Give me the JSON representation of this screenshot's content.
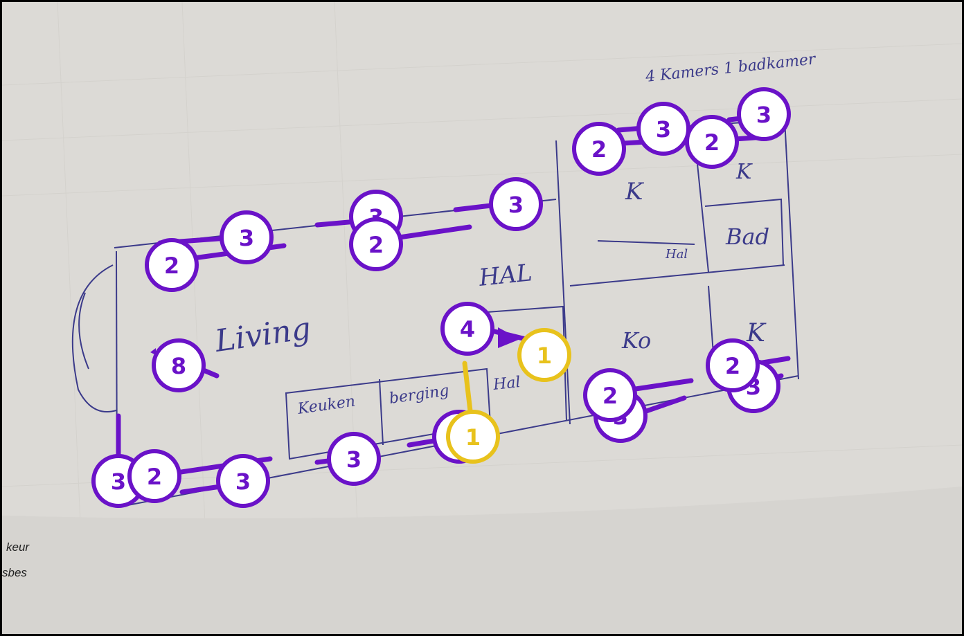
{
  "photo": {
    "description_colors": {
      "paper": "#dcdad6",
      "paper_shadow": "#cfcdc8",
      "pen_ink": "#3b3a8a",
      "marker_purple": "#6a12c8",
      "marker_yellow": "#e8c21c",
      "frame": "#000000"
    },
    "sketch_labels": {
      "living": "Living",
      "hal": "HAL",
      "keuken": "Keuken",
      "berging": "berging",
      "hal_small": "Hal",
      "kamer_1": "K",
      "kamer_2": "K",
      "kamer_3": "K",
      "bad": "Bad",
      "hal_room": "Hal",
      "ko": "Ko",
      "header": "4 Kamers   1 badkamer"
    },
    "document_fragments": [
      "keur",
      "sbes"
    ]
  },
  "markers": [
    {
      "id": "m-3-a",
      "label": "3",
      "color": "purple"
    },
    {
      "id": "m-2-a",
      "label": "2",
      "color": "purple"
    },
    {
      "id": "m-3-b",
      "label": "3",
      "color": "purple"
    },
    {
      "id": "m-2-b",
      "label": "2",
      "color": "purple"
    },
    {
      "id": "m-3-c",
      "label": "3",
      "color": "purple"
    },
    {
      "id": "m-2-c",
      "label": "2",
      "color": "purple"
    },
    {
      "id": "m-3-d",
      "label": "3",
      "color": "purple"
    },
    {
      "id": "m-2-d",
      "label": "2",
      "color": "purple"
    },
    {
      "id": "m-3-e",
      "label": "3",
      "color": "purple"
    },
    {
      "id": "m-4",
      "label": "4",
      "color": "purple"
    },
    {
      "id": "m-1-a",
      "label": "1",
      "color": "yellow"
    },
    {
      "id": "m-8",
      "label": "8",
      "color": "purple"
    },
    {
      "id": "m-2-e",
      "label": "2",
      "color": "purple"
    },
    {
      "id": "m-3-f",
      "label": "3",
      "color": "purple"
    },
    {
      "id": "m-2-f",
      "label": "2",
      "color": "purple"
    },
    {
      "id": "m-3-g",
      "label": "3",
      "color": "purple"
    },
    {
      "id": "m-1-b",
      "label": "1",
      "color": "yellow"
    },
    {
      "id": "m-3-h",
      "label": "3",
      "color": "purple"
    },
    {
      "id": "m-2-g",
      "label": "2",
      "color": "purple"
    },
    {
      "id": "m-3-i",
      "label": "3",
      "color": "purple"
    },
    {
      "id": "m-3-j",
      "label": "3",
      "color": "purple"
    },
    {
      "id": "m-3-k",
      "label": "3",
      "color": "purple"
    }
  ]
}
